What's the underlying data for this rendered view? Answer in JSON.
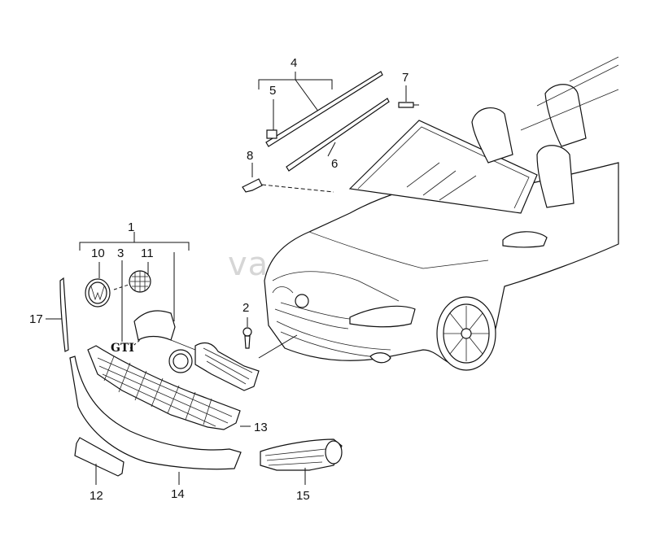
{
  "watermark": "vagtec.ru",
  "callouts": {
    "c1": "1",
    "c3": "3",
    "c4": "4",
    "c5": "5",
    "c6": "6",
    "c7": "7",
    "c8": "8",
    "c10": "10",
    "c11": "11",
    "c12": "12",
    "c13": "13",
    "c14": "14",
    "c15": "15",
    "c17": "17"
  },
  "badge_text": "GTI"
}
